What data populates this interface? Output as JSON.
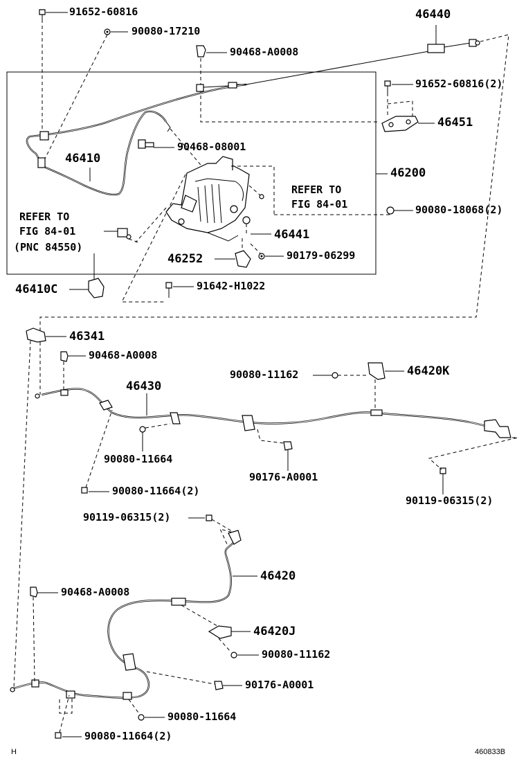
{
  "diagram": {
    "assembly_label": "46200",
    "labels": {
      "l_91652_60816": "91652-60816",
      "l_90080_17210": "90080-17210",
      "l_90468_a0008_a": "90468-A0008",
      "l_46440": "46440",
      "l_91652_60816_2": "91652-60816(2)",
      "l_46451": "46451",
      "l_90468_08001": "90468-08001",
      "l_46410": "46410",
      "l_refer_to_a": "REFER TO",
      "l_fig_84_01_a": "FIG 84-01",
      "l_90080_18068_2": "90080-18068(2)",
      "l_refer_to_b": "REFER TO",
      "l_fig_84_01_b": "FIG 84-01",
      "l_pnc_84550": "(PNC 84550)",
      "l_46441": "46441",
      "l_46252": "46252",
      "l_90179_06299": "90179-06299",
      "l_46410c": "46410C",
      "l_91642_h1022": "91642-H1022",
      "l_46341": "46341",
      "l_90468_a0008_b": "90468-A0008",
      "l_46430": "46430",
      "l_90080_11162_a": "90080-11162",
      "l_46420k": "46420K",
      "l_90080_11664_a": "90080-11664",
      "l_90176_a0001_a": "90176-A0001",
      "l_90080_11664_2a": "90080-11664(2)",
      "l_90119_06315_2a": "90119-06315(2)",
      "l_90119_06315_2b": "90119-06315(2)",
      "l_46420": "46420",
      "l_90468_a0008_c": "90468-A0008",
      "l_46420j": "46420J",
      "l_90080_11162_b": "90080-11162",
      "l_90176_a0001_b": "90176-A0001",
      "l_90080_11664_b": "90080-11664",
      "l_90080_11664_2b": "90080-11664(2)"
    },
    "footer": {
      "left_code": "H",
      "drawing_number": "460833B"
    }
  }
}
